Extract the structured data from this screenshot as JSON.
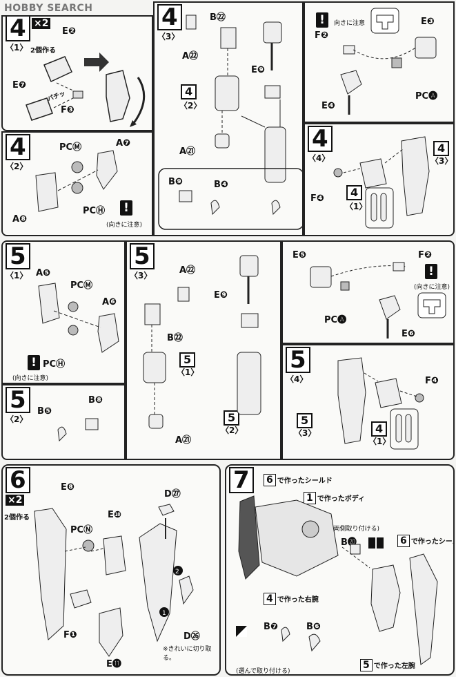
{
  "watermark": "HOBBY SEARCH",
  "step4_1": {
    "num": "4",
    "sub": "〈1〉",
    "times": "×2",
    "times_note": "2個作る",
    "parts": [
      "E❷",
      "E❼",
      "F❸"
    ],
    "snap": "パチッ"
  },
  "step4_3": {
    "num": "4",
    "sub": "〈3〉",
    "parts": [
      "A㉒",
      "B㉒",
      "A㉑",
      "E❾",
      "B❾",
      "B❹"
    ],
    "ref": "4",
    "ref_sub": "〈2〉"
  },
  "step4_3b": {
    "parts": [
      "F❷",
      "E❸",
      "PC🅐",
      "E❹"
    ],
    "note": "向きに注意"
  },
  "step4_2": {
    "num": "4",
    "sub": "〈2〉",
    "parts": [
      "PCⓂ",
      "A❼",
      "PCⒽ",
      "A❽"
    ],
    "note": "(向きに注意)"
  },
  "step4_4": {
    "num": "4",
    "sub": "〈4〉",
    "parts": [
      "F❹"
    ],
    "ref1": "4",
    "ref1_sub": "〈1〉",
    "ref2": "4",
    "ref2_sub": "〈3〉"
  },
  "step5_1": {
    "num": "5",
    "sub": "〈1〉",
    "parts": [
      "A❺",
      "PCⓂ",
      "A❻",
      "PCⒽ"
    ],
    "note": "(向きに注意)"
  },
  "step5_2": {
    "num": "5",
    "sub": "〈2〉",
    "parts": [
      "B❺",
      "B❽"
    ]
  },
  "step5_3": {
    "num": "5",
    "sub": "〈3〉",
    "parts": [
      "A㉒",
      "B㉒",
      "A㉑",
      "E❾"
    ],
    "ref": "5",
    "ref_sub": "〈1〉",
    "ref2": "5",
    "ref2_sub": "〈2〉"
  },
  "step5_3b": {
    "parts": [
      "E❺",
      "F❷",
      "PC🅐",
      "E❻"
    ],
    "note": "(向きに注意)"
  },
  "step5_4": {
    "num": "5",
    "sub": "〈4〉",
    "parts": [
      "F❹"
    ],
    "ref1": "5",
    "ref1_sub": "〈3〉",
    "ref2": "4",
    "ref2_sub": "〈1〉"
  },
  "step6": {
    "num": "6",
    "times": "×2",
    "times_note": "2個作る",
    "parts": [
      "E❽",
      "PCⓃ",
      "E❿",
      "F❶",
      "E⓫",
      "D㉗",
      "D㉖"
    ],
    "cut_note": "※きれいに切り取る。"
  },
  "step7": {
    "num": "7",
    "line1": "で作ったシールド",
    "line1_ref": "6",
    "line2": "で作ったボディ",
    "line2_ref": "1",
    "line3": "(両側取り付ける)",
    "part_b20": "B⓴",
    "line4": "で作ったシールド",
    "line4_ref": "6",
    "line5": "で作った右腕",
    "line5_ref": "4",
    "line6": "で作った左腕",
    "line6_ref": "5",
    "choose_note": "(選んで取り付ける)",
    "choose_parts": [
      "B❼",
      "B❻"
    ]
  }
}
